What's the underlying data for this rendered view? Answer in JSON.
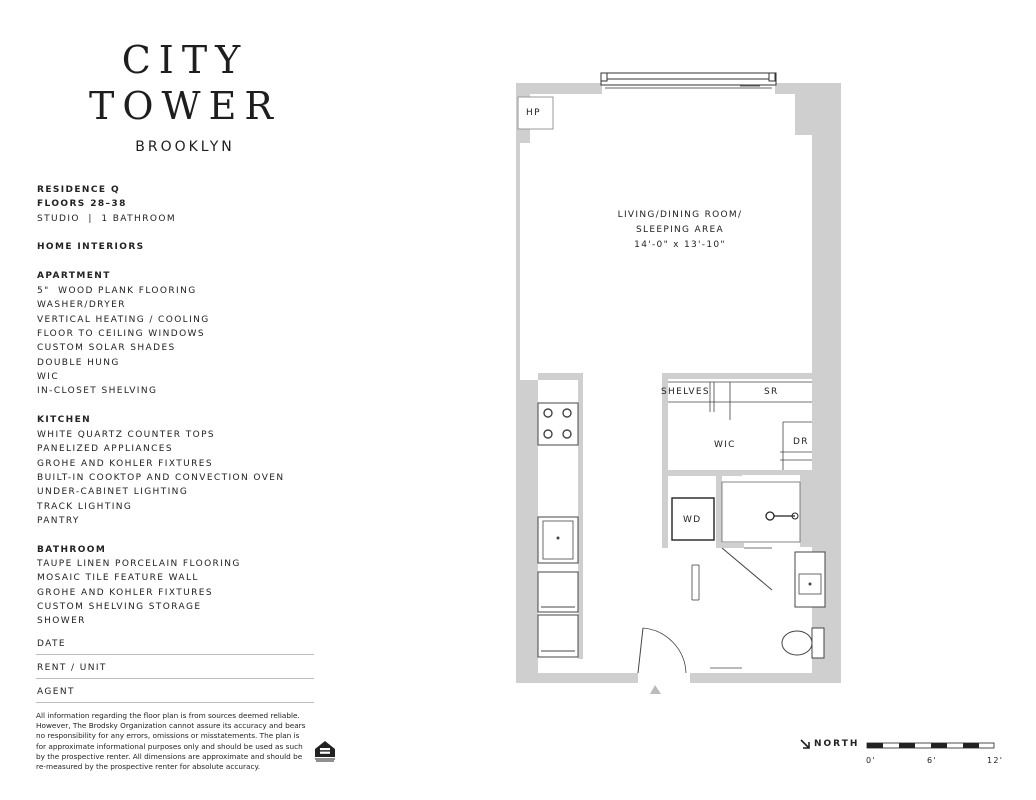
{
  "brand": {
    "line1": "CITY",
    "line2": "TOWER",
    "line3": "BROOKLYN"
  },
  "residence": {
    "name": "RESIDENCE Q",
    "floors": "FLOORS 28–38",
    "type": "STUDIO  |  1 BATHROOM"
  },
  "home_interiors_heading": "HOME INTERIORS",
  "apartment": {
    "heading": "APARTMENT",
    "items": [
      "5\"  WOOD PLANK FLOORING",
      "WASHER/DRYER",
      "VERTICAL HEATING / COOLING",
      "FLOOR TO CEILING WINDOWS",
      "CUSTOM SOLAR SHADES",
      "DOUBLE HUNG",
      "WIC",
      "IN-CLOSET SHELVING"
    ]
  },
  "kitchen": {
    "heading": "KITCHEN",
    "items": [
      "WHITE QUARTZ COUNTER TOPS",
      "PANELIZED APPLIANCES",
      "GROHE AND KOHLER FIXTURES",
      "BUILT-IN COOKTOP AND CONVECTION OVEN",
      "UNDER-CABINET LIGHTING",
      "TRACK LIGHTING",
      "PANTRY"
    ]
  },
  "bathroom": {
    "heading": "BATHROOM",
    "items": [
      "TAUPE LINEN PORCELAIN FLOORING",
      "MOSAIC TILE FEATURE WALL",
      "GROHE AND KOHLER FIXTURES",
      "CUSTOM SHELVING STORAGE",
      "SHOWER"
    ]
  },
  "form": {
    "date": "DATE",
    "rent": "RENT / UNIT",
    "agent": "AGENT"
  },
  "disclaimer": "All information regarding the floor plan is from sources deemed reliable. However, The Brodsky Organization cannot assure its accuracy and bears no responsibility for any errors, omissions or misstatements. The plan is for approximate informational purposes only and should be used as such by the prospective renter. All dimensions are approximate and should be re-measured by the prospective renter for absolute accuracy.",
  "plan": {
    "living_label_1": "LIVING/DINING ROOM/",
    "living_label_2": "SLEEPING AREA",
    "living_dims": "14'-0\" x 13'-10\"",
    "hp": "HP",
    "shelves": "SHELVES",
    "sr": "SR",
    "wic": "WIC",
    "dr": "DR",
    "wd": "WD"
  },
  "north": {
    "label": "NORTH",
    "arrow_icon": "north-arrow-icon"
  },
  "scale": {
    "tick_0": "0'",
    "tick_6": "6'",
    "tick_12": "12'"
  },
  "colors": {
    "wall": "#cfcfcf",
    "ink": "#222222"
  }
}
